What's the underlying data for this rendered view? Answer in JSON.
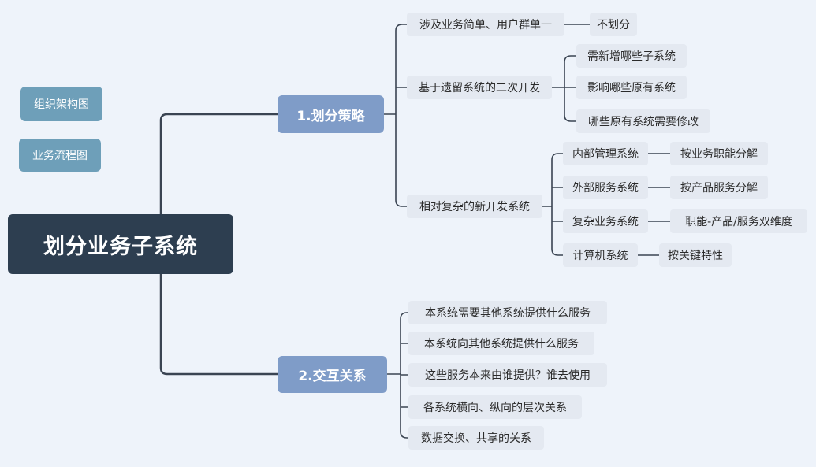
{
  "root": {
    "label": "划分业务子系统"
  },
  "floating": [
    {
      "label": "组织架构图"
    },
    {
      "label": "业务流程图"
    }
  ],
  "branch1": {
    "label": "1.划分策略",
    "items": [
      {
        "label": "涉及业务简单、用户群单一",
        "children": [
          {
            "label": "不划分"
          }
        ]
      },
      {
        "label": "基于遗留系统的二次开发",
        "children": [
          {
            "label": "需新增哪些子系统"
          },
          {
            "label": "影响哪些原有系统"
          },
          {
            "label": "哪些原有系统需要修改"
          }
        ]
      },
      {
        "label": "相对复杂的新开发系统",
        "children": [
          {
            "label": "内部管理系统",
            "children": [
              {
                "label": "按业务职能分解"
              }
            ]
          },
          {
            "label": "外部服务系统",
            "children": [
              {
                "label": "按产品服务分解"
              }
            ]
          },
          {
            "label": "复杂业务系统",
            "children": [
              {
                "label": "职能-产品/服务双维度"
              }
            ]
          },
          {
            "label": "计算机系统",
            "children": [
              {
                "label": "按关键特性"
              }
            ]
          }
        ]
      }
    ]
  },
  "branch2": {
    "label": "2.交互关系",
    "items": [
      {
        "label": "本系统需要其他系统提供什么服务"
      },
      {
        "label": "本系统向其他系统提供什么服务"
      },
      {
        "label": "这些服务本来由谁提供？谁去使用"
      },
      {
        "label": "各系统横向、纵向的层次关系"
      },
      {
        "label": "数据交换、共享的关系"
      }
    ]
  }
}
